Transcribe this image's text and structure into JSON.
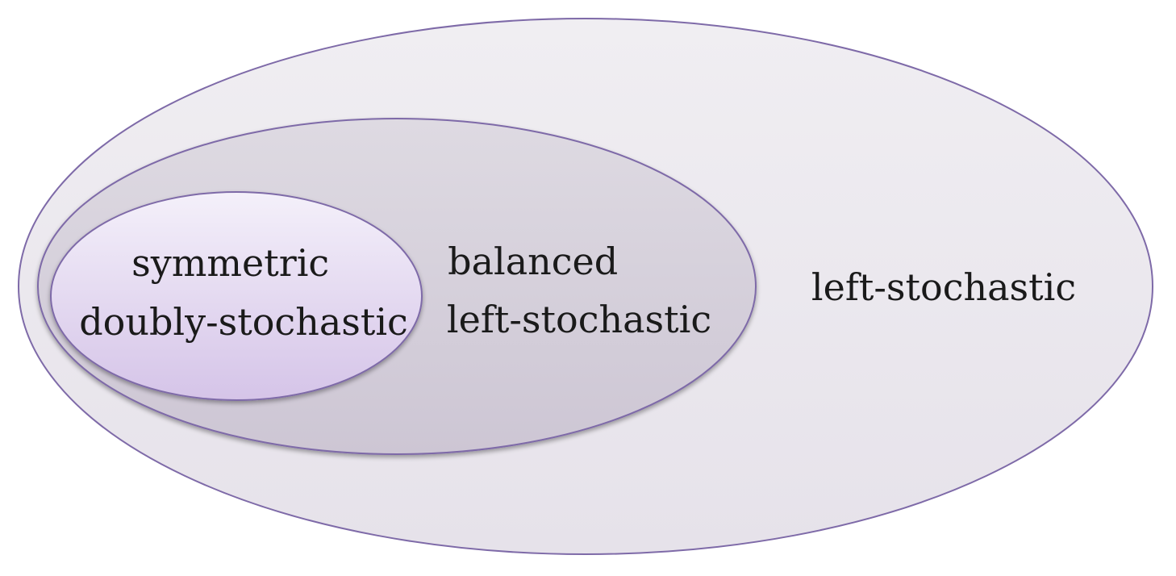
{
  "diagram": {
    "type": "nested-sets",
    "colors": {
      "outline": "#7e6aa8",
      "outer_fill": "#ebe8ee",
      "middle_fill": "#d7d2dc",
      "inner_fill_top": "#f3eefa",
      "inner_fill_bottom": "#d8c8ea"
    },
    "sets": [
      {
        "id": "left-stochastic",
        "lines": [
          "left-stochastic"
        ]
      },
      {
        "id": "balanced-left-stochastic",
        "lines": [
          "balanced",
          "left-stochastic"
        ]
      },
      {
        "id": "symmetric-doubly-stochastic",
        "lines": [
          "symmetric",
          "doubly-stochastic"
        ]
      }
    ]
  }
}
